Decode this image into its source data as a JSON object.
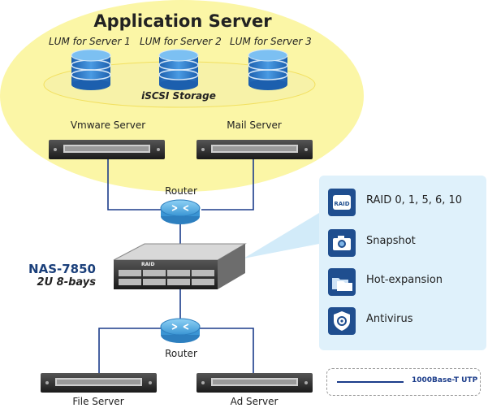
{
  "application_server": {
    "title": "Application Server",
    "luns": [
      "LUM for Server 1",
      "LUM for Server 2",
      "LUM for Server 3"
    ],
    "iscsi_label": "iSCSI Storage",
    "servers": [
      "Vmware Server",
      "Mail Server"
    ]
  },
  "routers": [
    "Router",
    "Router"
  ],
  "nas": {
    "name": "NAS-7850",
    "subtitle": "2U 8-bays",
    "badge": "RAID"
  },
  "features": [
    {
      "icon": "raid-icon",
      "label": "RAID 0, 1, 5, 6, 10"
    },
    {
      "icon": "camera-icon",
      "label": "Snapshot"
    },
    {
      "icon": "folders-icon",
      "label": "Hot-expansion"
    },
    {
      "icon": "biohazard-shield-icon",
      "label": "Antivirus"
    }
  ],
  "clients": [
    "File Server",
    "Ad Server"
  ],
  "legend": {
    "label": "1000Base-T UTP"
  },
  "colors": {
    "ellipse": "#fbf6a6",
    "disk": "#2f7fd0",
    "line": "#1b3c8a",
    "router": "#5ab3ea",
    "feature_bg": "#dff1fb",
    "icon_bg": "#1f4e8f"
  }
}
